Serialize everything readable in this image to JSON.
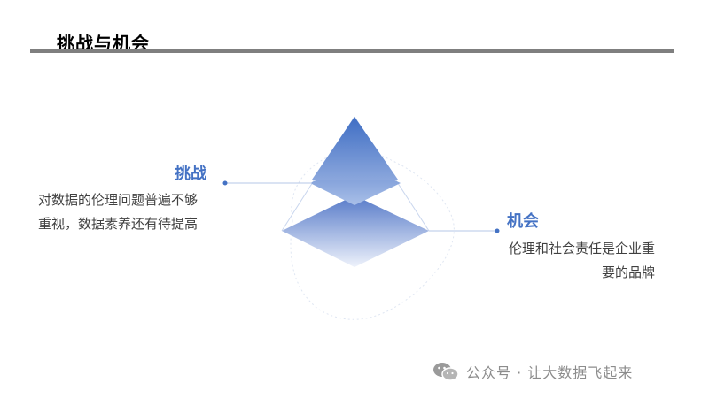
{
  "slide": {
    "title": "挑战与机会"
  },
  "challenge": {
    "heading": "挑战",
    "lines": [
      "对数据的伦理问题普遍不够",
      "重视，数据素养还有待提高"
    ]
  },
  "opportunity": {
    "heading": "机会",
    "lines": [
      "伦理和社会责任是企业重",
      "要的品牌"
    ]
  },
  "watermark": {
    "text": "公众号 · 让大数据飞起来",
    "icon": "wechat-icon"
  },
  "colors": {
    "accent": "#4472c4",
    "rule": "#7f7f7f",
    "text": "#404040",
    "connector": "#b4c7e7"
  }
}
